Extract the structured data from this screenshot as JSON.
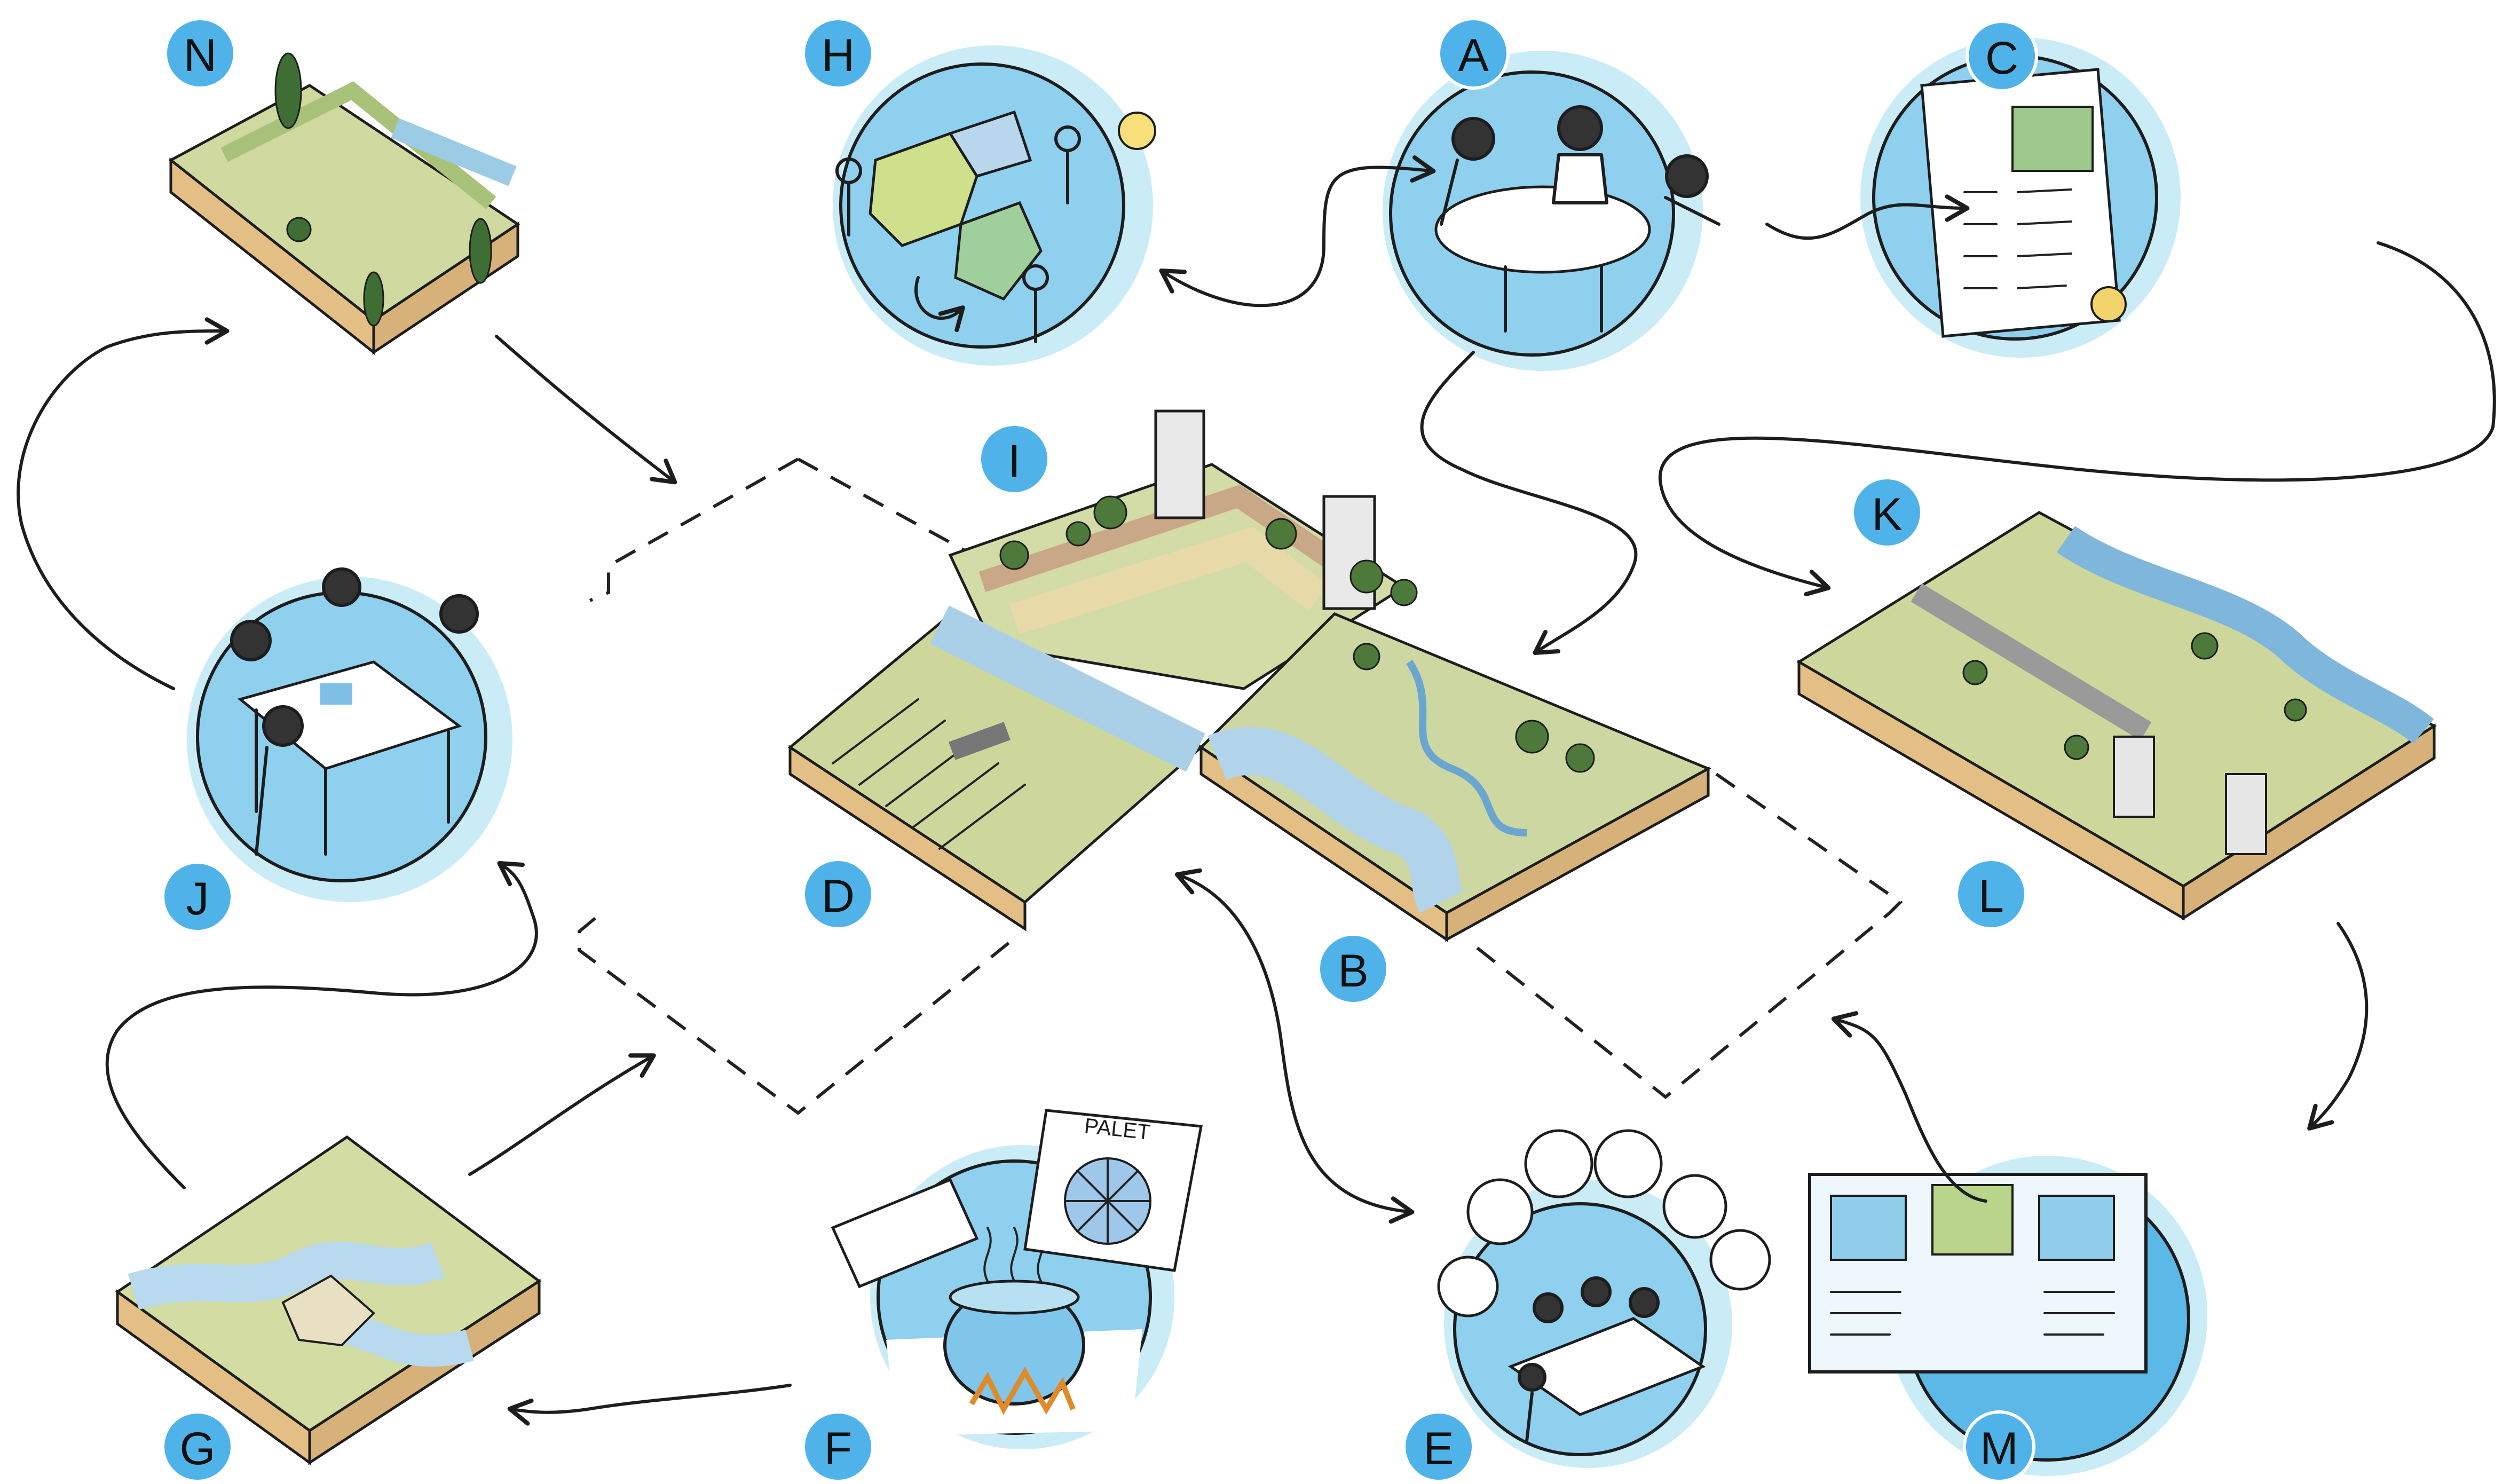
{
  "colors": {
    "badge_fill": "#4fb3ea",
    "circle_fill": "#8fd0ef",
    "circle_halo": "#c9ecf7",
    "terrain_green": "#c9d69a",
    "terrain_side": "#e6c48f",
    "water": "#9ccbe6",
    "ink": "#1d1d1d"
  },
  "nodes": [
    {
      "id": "A",
      "label": "A",
      "kind": "workshop-circle"
    },
    {
      "id": "B",
      "label": "B",
      "kind": "terrain-block"
    },
    {
      "id": "C",
      "label": "C",
      "kind": "document-circle"
    },
    {
      "id": "D",
      "label": "D",
      "kind": "terrain-block"
    },
    {
      "id": "E",
      "label": "E",
      "kind": "stakeholder-circle"
    },
    {
      "id": "F",
      "label": "F",
      "kind": "cauldron-circle"
    },
    {
      "id": "G",
      "label": "G",
      "kind": "terrain-block"
    },
    {
      "id": "H",
      "label": "H",
      "kind": "puzzle-circle"
    },
    {
      "id": "I",
      "label": "I",
      "kind": "terrain-block"
    },
    {
      "id": "J",
      "label": "J",
      "kind": "table-circle"
    },
    {
      "id": "K",
      "label": "K",
      "kind": "terrain-block"
    },
    {
      "id": "L",
      "label": "L",
      "kind": "terrain-block"
    },
    {
      "id": "M",
      "label": "M",
      "kind": "screen-circle"
    },
    {
      "id": "N",
      "label": "N",
      "kind": "terrain-block"
    }
  ],
  "illustration_text": {
    "palette_sheet": "PALET"
  },
  "flows": [
    {
      "from": "A",
      "to": "H",
      "direction": "both"
    },
    {
      "from": "A",
      "to": "C",
      "direction": "forward"
    },
    {
      "from": "C",
      "to": "K",
      "direction": "forward"
    },
    {
      "from": "A",
      "to": "B",
      "direction": "forward"
    },
    {
      "from": "L",
      "to": "M",
      "direction": "forward"
    },
    {
      "from": "M",
      "to": "center",
      "direction": "forward"
    },
    {
      "from": "D",
      "to": "E",
      "direction": "both"
    },
    {
      "from": "F",
      "to": "G",
      "direction": "forward"
    },
    {
      "from": "G",
      "to": "center",
      "direction": "forward"
    },
    {
      "from": "G",
      "to": "J",
      "direction": "forward"
    },
    {
      "from": "J",
      "to": "N",
      "direction": "forward"
    },
    {
      "from": "N",
      "to": "center",
      "direction": "forward"
    }
  ]
}
